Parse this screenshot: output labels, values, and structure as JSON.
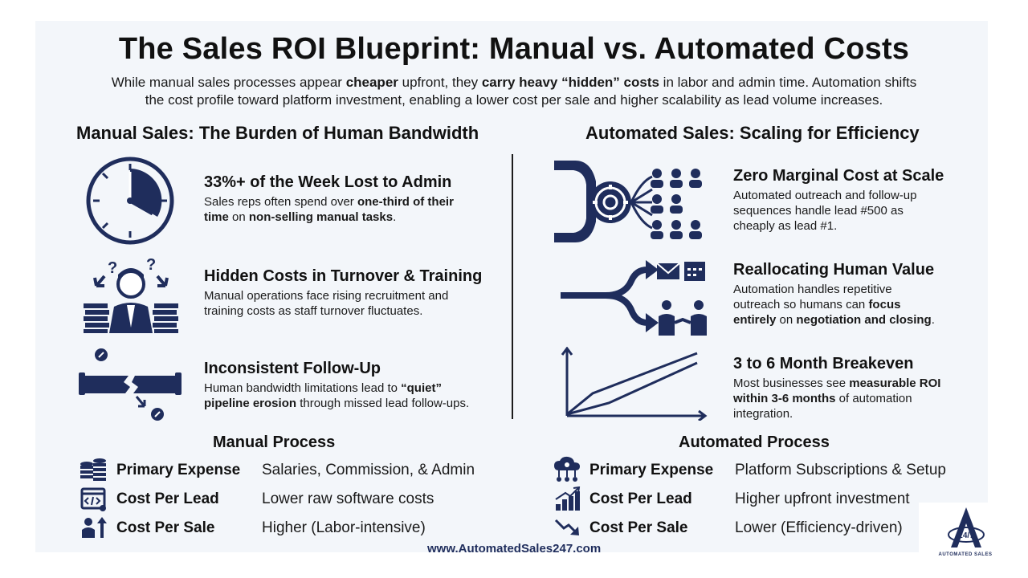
{
  "title": "The Sales ROI Blueprint: Manual vs. Automated Costs",
  "intro": {
    "p1": "While manual sales processes appear ",
    "b1": "cheaper",
    "p2": " upfront, they ",
    "b2": "carry heavy “hidden” costs",
    "p3": " in labor and admin time. Automation shifts",
    "p4": "the cost profile toward platform investment, enabling a lower cost per sale and higher scalability as lead volume increases."
  },
  "manual": {
    "heading": "Manual Sales: The Burden of Human Bandwidth",
    "items": [
      {
        "title": "33%+ of the Week Lost to Admin",
        "d1": "Sales reps often spend over ",
        "d1b": "one-third of their",
        "d2b": "time",
        "d2": " on ",
        "d2b2": "non-selling manual tasks",
        "d2e": "."
      },
      {
        "title": "Hidden Costs in Turnover & Training",
        "d1": "Manual operations face rising recruitment and",
        "d2": "training costs as staff turnover fluctuates."
      },
      {
        "title": "Inconsistent Follow-Up",
        "d1": "Human bandwidth limitations lead to ",
        "d1b": "“quiet”",
        "d2b": "pipeline erosion",
        "d2": " through missed lead follow-ups."
      }
    ]
  },
  "automated": {
    "heading": "Automated Sales: Scaling for Efficiency",
    "items": [
      {
        "title": "Zero Marginal Cost at Scale",
        "d1": "Automated outreach and follow-up",
        "d2": "sequences handle lead #500 as",
        "d3": "cheaply as lead #1."
      },
      {
        "title": "Reallocating Human Value",
        "d1": "Automation handles repetitive",
        "d2": "outreach so humans can ",
        "d2b": "focus",
        "d3b": "entirely",
        "d3": " on ",
        "d3b2": "negotiation and closing",
        "d3e": "."
      },
      {
        "title": "3 to 6 Month Breakeven",
        "d1": "Most businesses see ",
        "d1b": "measurable ROI",
        "d2b": "within 3-6 months",
        "d2": " of automation",
        "d3": "integration."
      }
    ]
  },
  "manual_process": {
    "heading": "Manual Process",
    "rows": [
      {
        "label": "Primary Expense",
        "value": "Salaries, Commission, & Admin"
      },
      {
        "label": "Cost Per Lead",
        "value": "Lower raw software costs"
      },
      {
        "label": "Cost Per Sale",
        "value": "Higher (Labor-intensive)"
      }
    ]
  },
  "automated_process": {
    "heading": "Automated Process",
    "rows": [
      {
        "label": "Primary Expense",
        "value": "Platform Subscriptions & Setup"
      },
      {
        "label": "Cost Per Lead",
        "value": "Higher upfront investment"
      },
      {
        "label": "Cost Per Sale",
        "value": "Lower (Efficiency-driven)"
      }
    ]
  },
  "footer": "www.AutomatedSales247.com",
  "logo": {
    "mark": "24/7",
    "text": "AUTOMATED SALES"
  },
  "colors": {
    "navy": "#1f2d5c",
    "panel": "#f3f6fa",
    "divider": "#1c1c1c"
  },
  "icons": {
    "clock": "clock-icon",
    "stressed": "stressed-person-icon",
    "broken": "broken-pipe-icon",
    "funnel": "gear-funnel-icon",
    "split": "split-arrow-icon",
    "chart": "line-chart-icon",
    "coins": "coins-icon",
    "code": "code-window-icon",
    "person-up": "person-arrow-up-icon",
    "cloud": "cloud-network-icon",
    "bars": "bar-chart-up-icon",
    "down": "trend-down-icon"
  }
}
